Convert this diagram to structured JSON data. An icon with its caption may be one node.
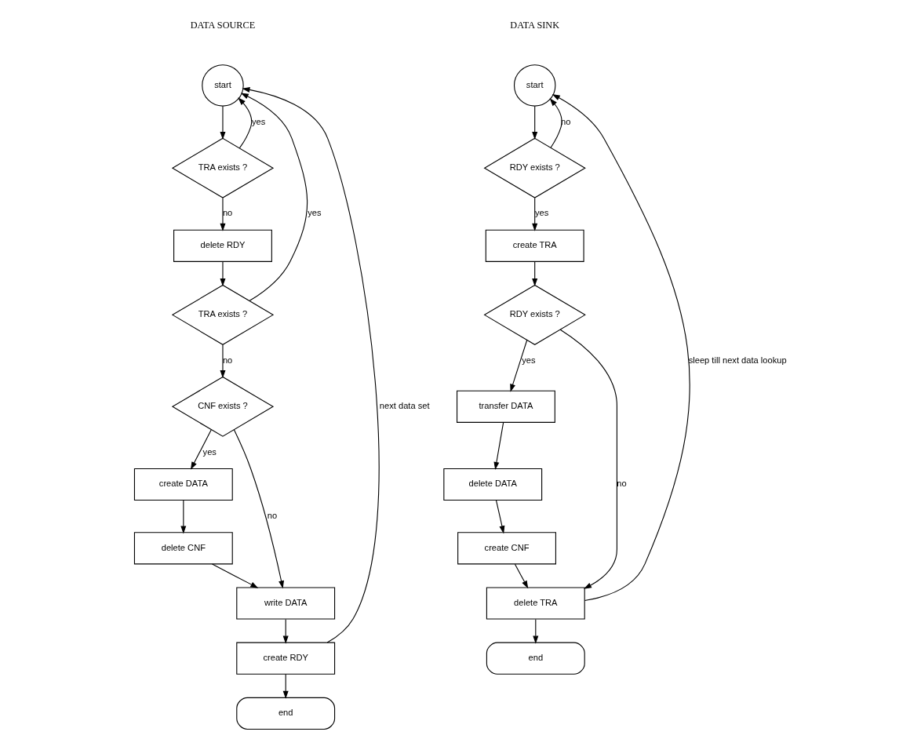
{
  "diagram": {
    "nodes": [
      {
        "text": [
          "start"
        ]
      },
      {
        "text": [
          "TRA exists ?"
        ]
      },
      {
        "text": [
          "delete RDY"
        ]
      },
      {
        "text": [
          "TRA exists ?"
        ]
      },
      {
        "text": [
          "CNF exists ?"
        ]
      },
      {
        "text": [
          "create DATA"
        ]
      },
      {
        "text": [
          "delete CNF"
        ]
      },
      {
        "text": [
          "write DATA"
        ]
      },
      {
        "text": [
          "create RDY"
        ]
      },
      {
        "text": [
          "end"
        ]
      },
      {
        "text": [
          "start"
        ]
      },
      {
        "text": [
          "RDY exists ?"
        ]
      },
      {
        "text": [
          "create TRA"
        ]
      },
      {
        "text": [
          "RDY exists ?"
        ]
      },
      {
        "text": [
          "transfer DATA"
        ]
      },
      {
        "text": [
          "delete DATA"
        ]
      },
      {
        "text": [
          "create CNF"
        ]
      },
      {
        "text": [
          "delete TRA"
        ]
      },
      {
        "text": [
          "end"
        ]
      }
    ],
    "edges": [
      {
        "from": 0,
        "to": 1,
        "arrow": "to"
      },
      {
        "from": 1,
        "to": 0,
        "arrow": "to",
        "label": "yes"
      },
      {
        "from": 1,
        "to": 2,
        "arrow": "to",
        "label": "no"
      },
      {
        "from": 2,
        "to": 3,
        "arrow": "to"
      },
      {
        "from": 3,
        "to": 0,
        "arrow": "to",
        "label": "yes"
      },
      {
        "from": 3,
        "to": 4,
        "arrow": "to",
        "label": "no"
      },
      {
        "from": 4,
        "to": 5,
        "arrow": "to",
        "label": "yes"
      },
      {
        "from": 4,
        "to": 7,
        "arrow": "to",
        "label": "no"
      },
      {
        "from": 5,
        "to": 6,
        "arrow": "to"
      },
      {
        "from": 6,
        "to": 7,
        "arrow": "to"
      },
      {
        "from": 7,
        "to": 8,
        "arrow": "to"
      },
      {
        "from": 8,
        "to": 0,
        "arrow": "to",
        "label": "next data set"
      },
      {
        "from": 8,
        "to": 9,
        "arrow": "to"
      },
      {
        "from": 10,
        "to": 11,
        "arrow": "to"
      },
      {
        "from": 11,
        "to": 10,
        "arrow": "to",
        "label": "no"
      },
      {
        "from": 11,
        "to": 12,
        "arrow": "to",
        "label": "yes"
      },
      {
        "from": 12,
        "to": 13,
        "arrow": "to"
      },
      {
        "from": 13,
        "to": 14,
        "arrow": "to",
        "label": "yes"
      },
      {
        "from": 13,
        "to": 17,
        "arrow": "to",
        "label": "no"
      },
      {
        "from": 14,
        "to": 15,
        "arrow": "to"
      },
      {
        "from": 15,
        "to": 16,
        "arrow": "to"
      },
      {
        "from": 16,
        "to": 17,
        "arrow": "to"
      },
      {
        "from": 17,
        "to": 10,
        "arrow": "to",
        "label": "sleep till next data lookup"
      },
      {
        "from": 17,
        "to": 18,
        "arrow": "to"
      }
    ],
    "labels": [
      "DATA SOURCE",
      "DATA SINK"
    ]
  }
}
